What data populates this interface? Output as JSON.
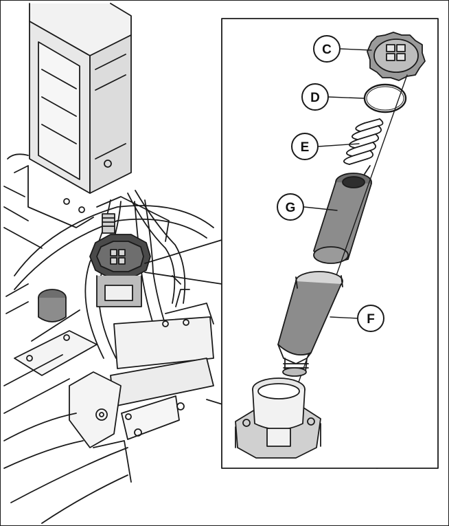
{
  "callouts": {
    "C": "C",
    "D": "D",
    "E": "E",
    "G": "G",
    "F": "F"
  },
  "colors": {
    "line": "#1a1a1a",
    "part_grey": "#8c8c8c",
    "dark_grey": "#4a4a4a",
    "light_grey": "#d6d6d6"
  }
}
